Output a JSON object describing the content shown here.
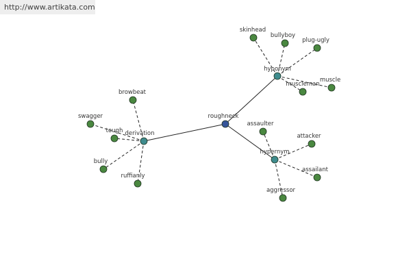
{
  "header": {
    "site_link": "http://www.artikata.com"
  },
  "graph": {
    "colors": {
      "root_fill": "#36559a",
      "hub_fill": "#3f8c8e",
      "leaf_fill": "#4a8840",
      "node_stroke": "#1f3320",
      "edge": "#222222"
    },
    "root": {
      "id": "roughneck",
      "label": "roughneck"
    },
    "hubs": [
      {
        "id": "hyponym",
        "label": "hyponym",
        "leaves": [
          "skinhead",
          "bullyboy",
          "plug-ugly",
          "muscleman",
          "muscle"
        ]
      },
      {
        "id": "derivation",
        "label": "derivation",
        "leaves": [
          "browbeat",
          "swagger",
          "tough",
          "bully",
          "ruffianly"
        ]
      },
      {
        "id": "hypernym",
        "label": "hypernym",
        "leaves": [
          "assaulter",
          "attacker",
          "assailant",
          "aggressor"
        ]
      }
    ]
  }
}
